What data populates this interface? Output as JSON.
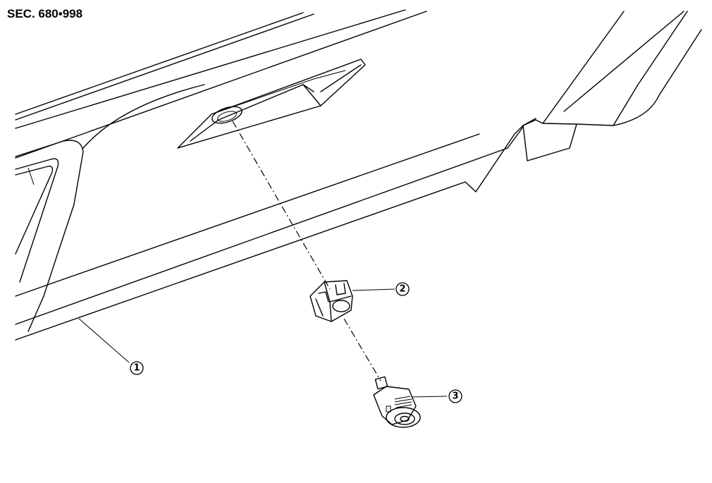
{
  "section_label": "SEC. 680•998",
  "callouts": [
    "1",
    "2",
    "3"
  ]
}
